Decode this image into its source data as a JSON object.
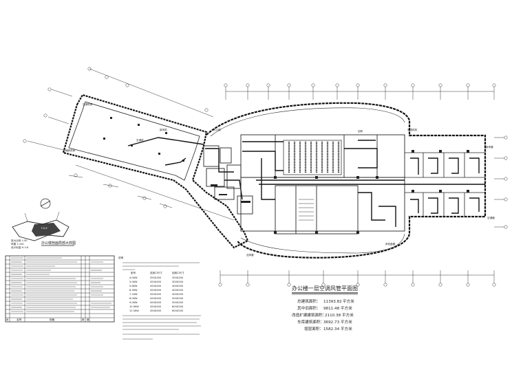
{
  "drawing": {
    "title": "办公楼一层空调风管平面图",
    "areas": [
      {
        "label": "总建筑面积：",
        "value": "11393.82",
        "unit": "平方米"
      },
      {
        "label": "其中旧面积：",
        "value": "9811.48",
        "unit": "平方米"
      },
      {
        "label": "改造扩建建筑面积：",
        "value": "2110.38",
        "unit": "平方米"
      },
      {
        "label": "车库建筑面积：",
        "value": "3692.73",
        "unit": "平方米"
      },
      {
        "label": "增层面积：",
        "value": "1582.34",
        "unit": "平方米"
      }
    ],
    "detail_caption": "办公楼剖面局部大样图",
    "detail_notes": [
      "放大比例 1:50",
      "风管 1:100",
      "设计标高 H-3.6"
    ],
    "equipment_table": {
      "col_headers": [
        "序",
        "名  称",
        "规  格",
        "单",
        "数"
      ],
      "footer": [
        "序",
        "名称",
        "规格",
        "单",
        "数"
      ]
    },
    "notes": {
      "heading": "说明",
      "table_headers": [
        "型号",
        "送风口尺寸",
        "回风口尺寸"
      ],
      "rows": [
        [
          "4.0KW",
          "350X350",
          "300X200"
        ],
        [
          "5.0KW",
          "450X450",
          "300X200"
        ],
        [
          "5.6KW",
          "450X450",
          "400X200"
        ],
        [
          "6.3KW",
          "450X450",
          "400X200"
        ],
        [
          "7.1KW",
          "450X450",
          "400X200"
        ],
        [
          "8.0KW",
          "450X450",
          "500X200"
        ],
        [
          "9.0KW",
          "450X450",
          "500X200"
        ],
        [
          "10.0KW",
          "450X450",
          "600X200"
        ],
        [
          "12.5KW",
          "450X450",
          "600X200"
        ]
      ]
    }
  }
}
